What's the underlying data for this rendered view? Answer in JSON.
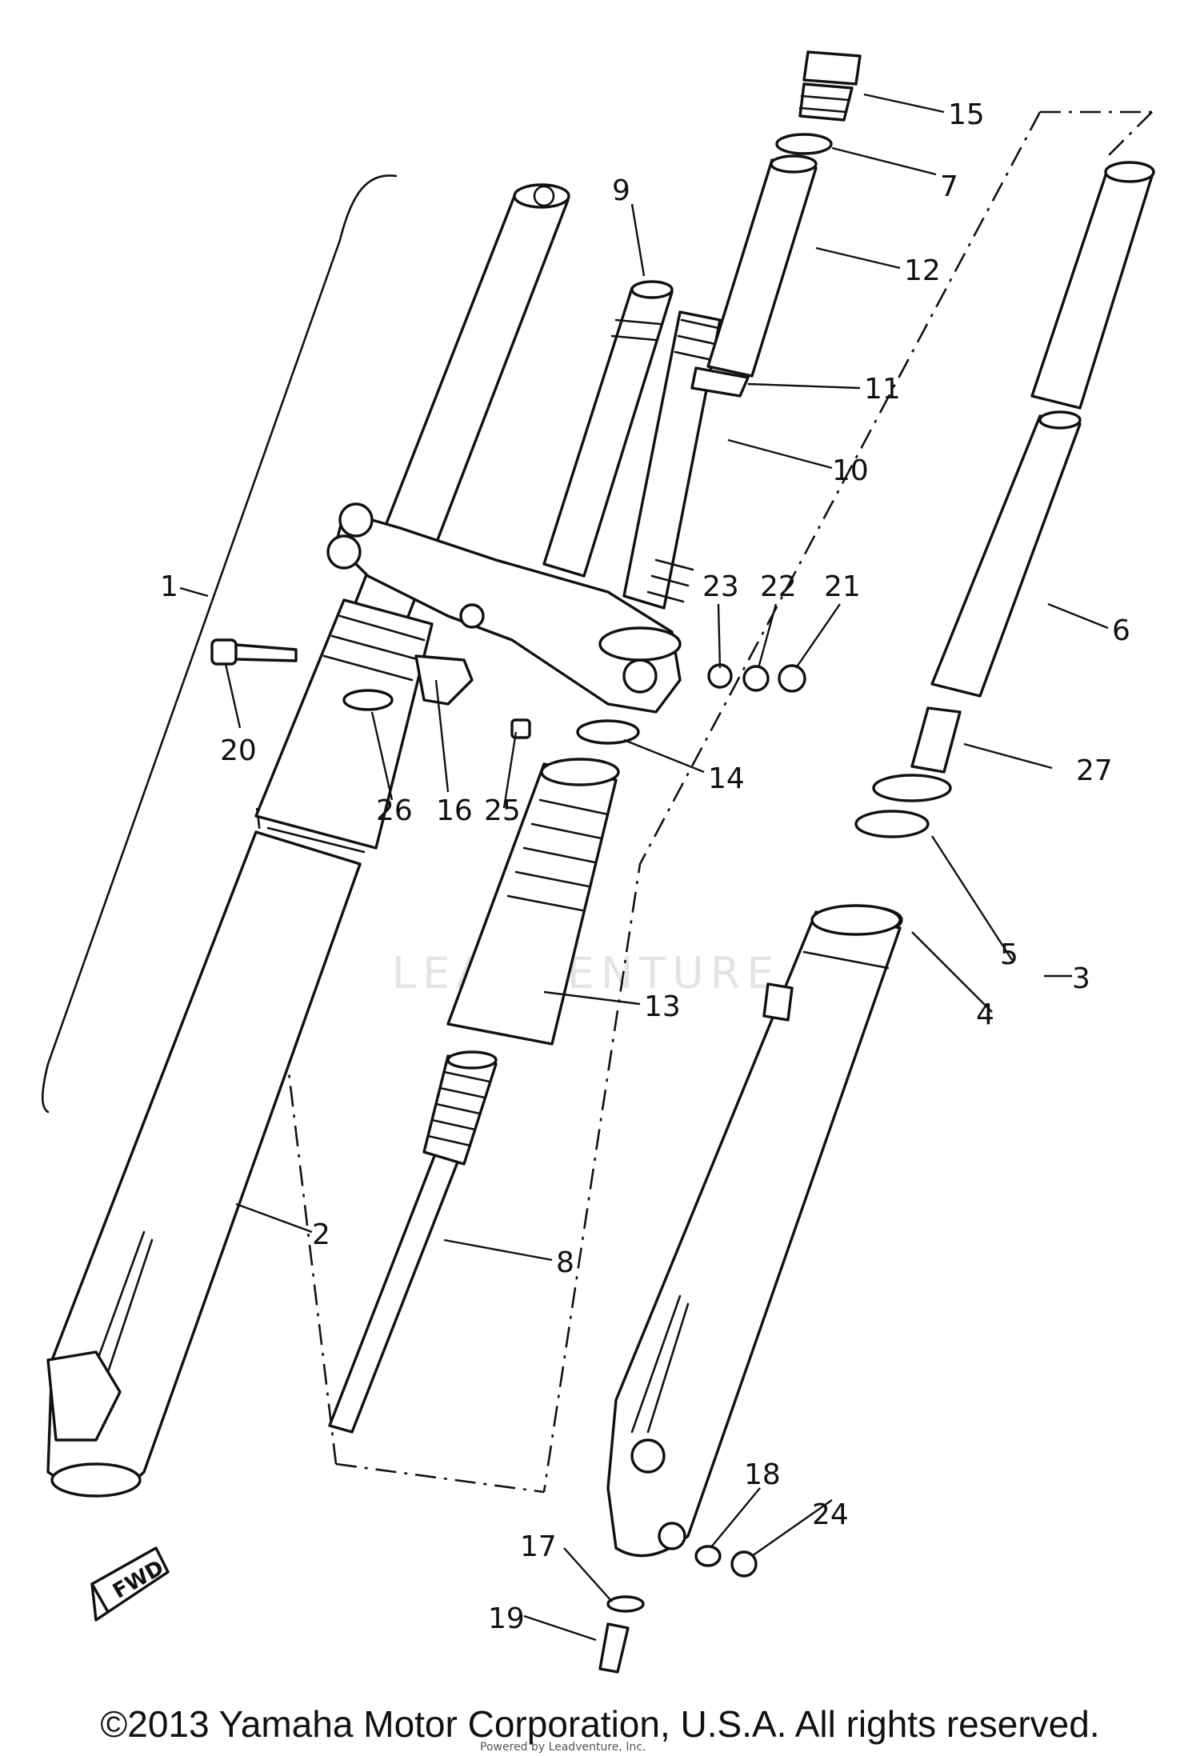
{
  "diagram": {
    "callouts": [
      "1",
      "2",
      "3",
      "4",
      "5",
      "6",
      "7",
      "8",
      "9",
      "10",
      "11",
      "12",
      "13",
      "14",
      "15",
      "16",
      "17",
      "18",
      "19",
      "20",
      "21",
      "22",
      "23",
      "24",
      "25",
      "26",
      "27"
    ],
    "fwd_label": "FWD",
    "watermark": "LEADVENTURE"
  },
  "footer": {
    "copyright": "©2013 Yamaha Motor Corporation, U.S.A. All rights reserved.",
    "credit": "Powered by Leadventure, Inc."
  }
}
